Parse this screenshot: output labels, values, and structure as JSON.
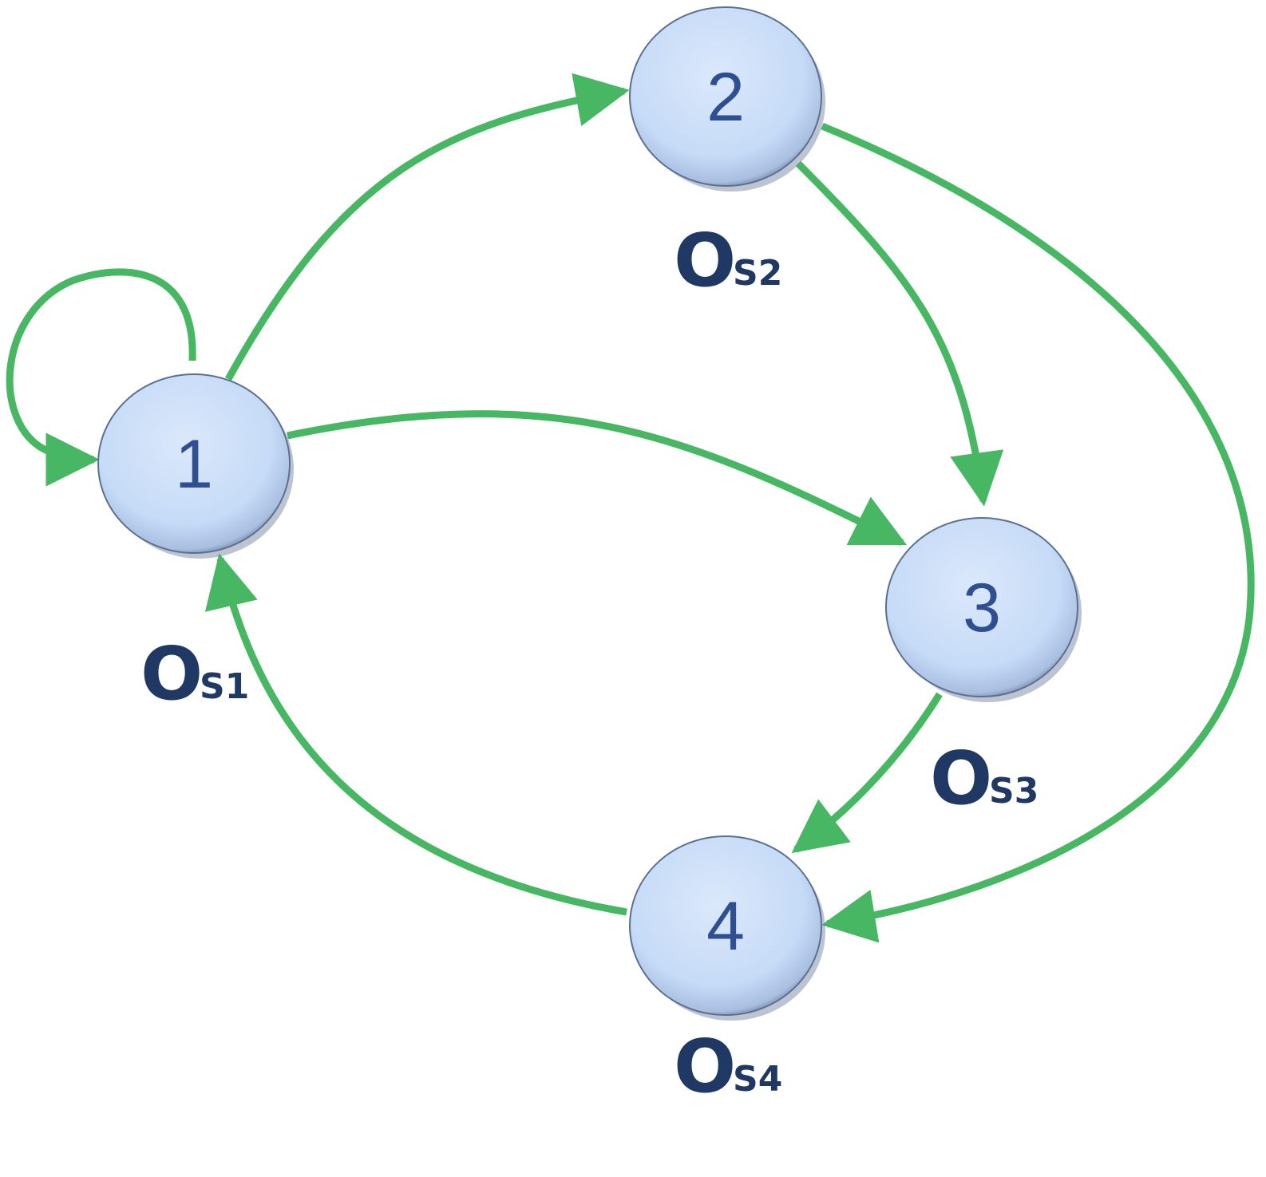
{
  "colors": {
    "edge": "#48b763",
    "node_fill": "#c6dbf7",
    "node_stroke": "#5b6f93",
    "node_text": "#2e4f91",
    "obs_text": "#1f3864"
  },
  "nodes": [
    {
      "id": "1",
      "label": "1"
    },
    {
      "id": "2",
      "label": "2"
    },
    {
      "id": "3",
      "label": "3"
    },
    {
      "id": "4",
      "label": "4"
    }
  ],
  "observations": [
    {
      "node": "1",
      "main": "O",
      "sub": "S1"
    },
    {
      "node": "2",
      "main": "O",
      "sub": "S2"
    },
    {
      "node": "3",
      "main": "O",
      "sub": "S3"
    },
    {
      "node": "4",
      "main": "O",
      "sub": "S4"
    }
  ],
  "edges": [
    {
      "from": "1",
      "to": "1"
    },
    {
      "from": "1",
      "to": "2"
    },
    {
      "from": "1",
      "to": "3"
    },
    {
      "from": "2",
      "to": "3"
    },
    {
      "from": "2",
      "to": "4"
    },
    {
      "from": "3",
      "to": "4"
    },
    {
      "from": "4",
      "to": "1"
    }
  ]
}
